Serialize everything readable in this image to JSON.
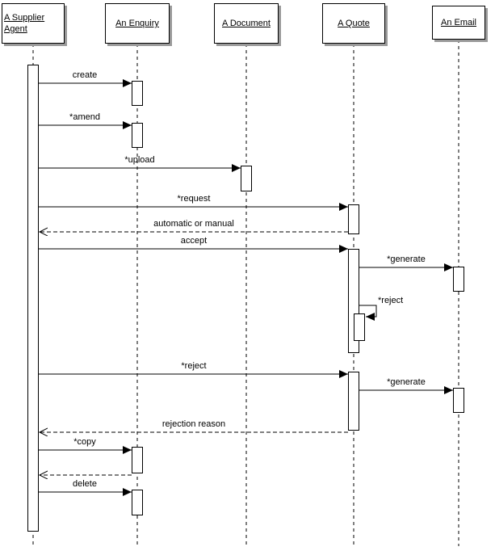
{
  "diagram": {
    "type": "uml-sequence",
    "actors": [
      {
        "id": "supplier",
        "label": "A Supplier Agent"
      },
      {
        "id": "enquiry",
        "label": "An Enquiry"
      },
      {
        "id": "document",
        "label": "A Document"
      },
      {
        "id": "quote",
        "label": "A Quote"
      },
      {
        "id": "email",
        "label": "An Email"
      }
    ],
    "messages": [
      {
        "label": "create",
        "from": "A Supplier Agent",
        "to": "An Enquiry",
        "style": "sync"
      },
      {
        "label": "*amend",
        "from": "A Supplier Agent",
        "to": "An Enquiry",
        "style": "sync"
      },
      {
        "label": "*upload",
        "from": "A Supplier Agent",
        "to": "A Document",
        "style": "sync"
      },
      {
        "label": "*request",
        "from": "A Supplier Agent",
        "to": "A Quote",
        "style": "sync"
      },
      {
        "label": "automatic or manual",
        "from": "A Quote",
        "to": "A Supplier Agent",
        "style": "return"
      },
      {
        "label": "accept",
        "from": "A Supplier Agent",
        "to": "A Quote",
        "style": "sync"
      },
      {
        "label": "*generate",
        "from": "A Quote",
        "to": "An Email",
        "style": "sync"
      },
      {
        "label": "*reject",
        "from": "A Quote",
        "to": "A Quote",
        "style": "self"
      },
      {
        "label": "*reject",
        "from": "A Supplier Agent",
        "to": "A Quote",
        "style": "sync"
      },
      {
        "label": "*generate",
        "from": "A Quote",
        "to": "An Email",
        "style": "sync"
      },
      {
        "label": "rejection reason",
        "from": "A Quote",
        "to": "A Supplier Agent",
        "style": "return"
      },
      {
        "label": "*copy",
        "from": "A Supplier Agent",
        "to": "An Enquiry",
        "style": "sync"
      },
      {
        "label": "",
        "from": "An Enquiry",
        "to": "A Supplier Agent",
        "style": "return"
      },
      {
        "label": "delete",
        "from": "A Supplier Agent",
        "to": "An Enquiry",
        "style": "sync"
      }
    ],
    "colors": {
      "line": "#000000",
      "fill": "#ffffff",
      "shadow": "#9a9a9a"
    }
  }
}
